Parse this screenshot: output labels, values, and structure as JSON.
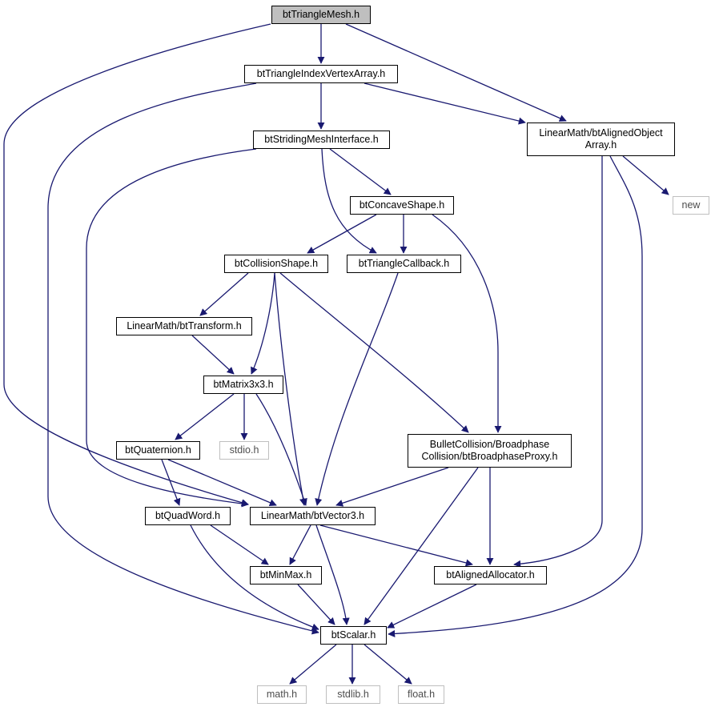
{
  "graph": {
    "colors": {
      "edge": "#191970",
      "node_border": "#000000",
      "external_border": "#bfbfbf",
      "root_fill": "#bfbfbf"
    },
    "nodes": {
      "root": "btTriangleMesh.h",
      "tiva": "btTriangleIndexVertexArray.h",
      "aoa": "LinearMath/btAlignedObject\nArray.h",
      "smi": "btStridingMeshInterface.h",
      "new": "new",
      "concave": "btConcaveShape.h",
      "colshape": "btCollisionShape.h",
      "tricb": "btTriangleCallback.h",
      "transform": "LinearMath/btTransform.h",
      "matrix": "btMatrix3x3.h",
      "quat": "btQuaternion.h",
      "stdio": "stdio.h",
      "proxy": "BulletCollision/Broadphase\nCollision/btBroadphaseProxy.h",
      "quadword": "btQuadWord.h",
      "vector3": "LinearMath/btVector3.h",
      "minmax": "btMinMax.h",
      "allocator": "btAlignedAllocator.h",
      "scalar": "btScalar.h",
      "math": "math.h",
      "stdlib": "stdlib.h",
      "float": "float.h"
    }
  }
}
